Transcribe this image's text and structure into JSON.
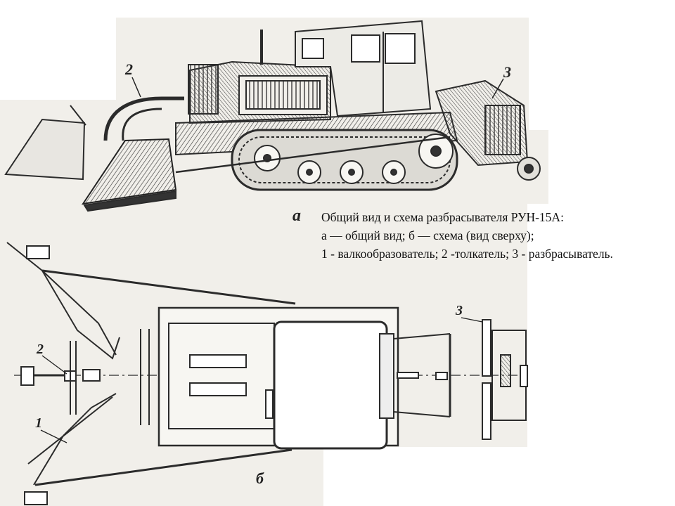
{
  "caption": {
    "title": "Общий вид и схема разбрасывателя РУН-15А:",
    "line2": "а — общий вид; б — схема (вид сверху);",
    "line3": "1 - валкообразователь; 2 -толкатель; 3 - разбрасыватель."
  },
  "view_labels": {
    "side": "а",
    "top": "б"
  },
  "callouts": {
    "c1": "1",
    "c2": "2",
    "c3": "3",
    "c2_top": "2",
    "c3_top": "3"
  },
  "colors": {
    "paper": "#f1efea",
    "ink": "#2b2b2b"
  }
}
